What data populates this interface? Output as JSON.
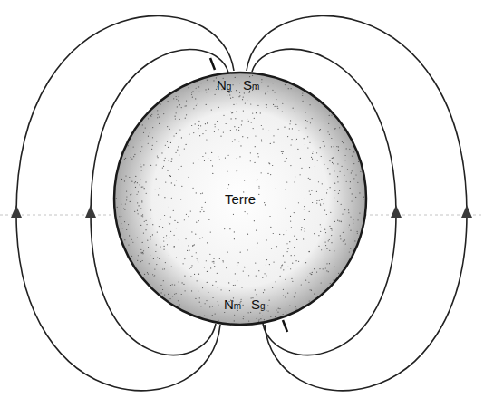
{
  "diagram": {
    "nodes": [
      {
        "text": [
          "Terre"
        ]
      }
    ],
    "labels": [
      "Ng",
      "Sm",
      "Nm",
      "Sg"
    ]
  }
}
